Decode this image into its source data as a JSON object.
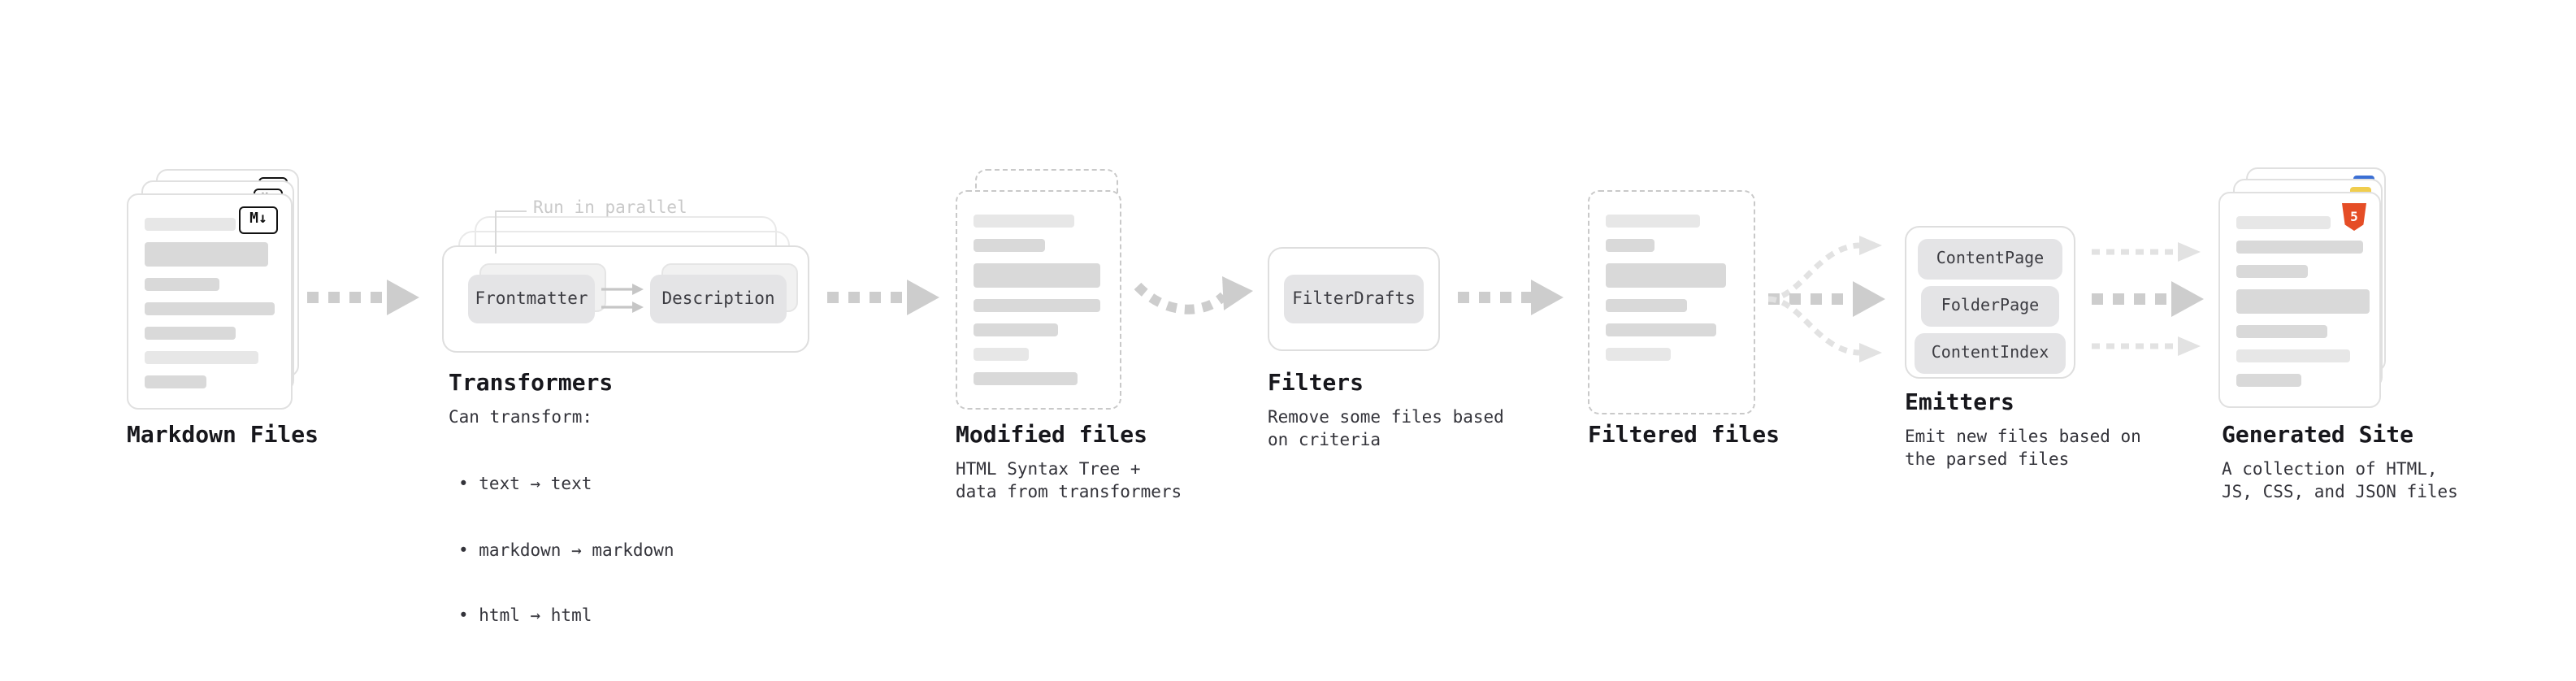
{
  "colors": {
    "arrow_gray": "#cdcdcd",
    "arrow_light": "#e2e2e2",
    "html5_orange": "#e54d26",
    "markdown_black": "#111111",
    "badge_blue": "#3b6fd4",
    "badge_yellow": "#f0cd4e"
  },
  "icons": {
    "markdown_badge": "M↓",
    "html5_badge": "5"
  },
  "stages": {
    "markdown_files": {
      "label": "Markdown Files"
    },
    "transformers": {
      "label": "Transformers",
      "annotation": "Run in parallel",
      "nodes": {
        "frontmatter": "Frontmatter",
        "description": "Description"
      },
      "caption_title": "Can transform:",
      "bullets": [
        "• text → text",
        "• markdown → markdown",
        "• html → html"
      ]
    },
    "modified_files": {
      "label": "Modified files",
      "caption": "HTML Syntax Tree +\ndata from transformers"
    },
    "filters": {
      "label": "Filters",
      "nodes": {
        "filter_drafts": "FilterDrafts"
      },
      "caption": "Remove some files based\non criteria"
    },
    "filtered_files": {
      "label": "Filtered files"
    },
    "emitters": {
      "label": "Emitters",
      "nodes": {
        "content_page": "ContentPage",
        "folder_page": "FolderPage",
        "content_index": "ContentIndex"
      },
      "caption": "Emit new files based on\nthe parsed files"
    },
    "generated_site": {
      "label": "Generated Site",
      "caption": "A collection of HTML,\nJS, CSS, and JSON files"
    }
  }
}
